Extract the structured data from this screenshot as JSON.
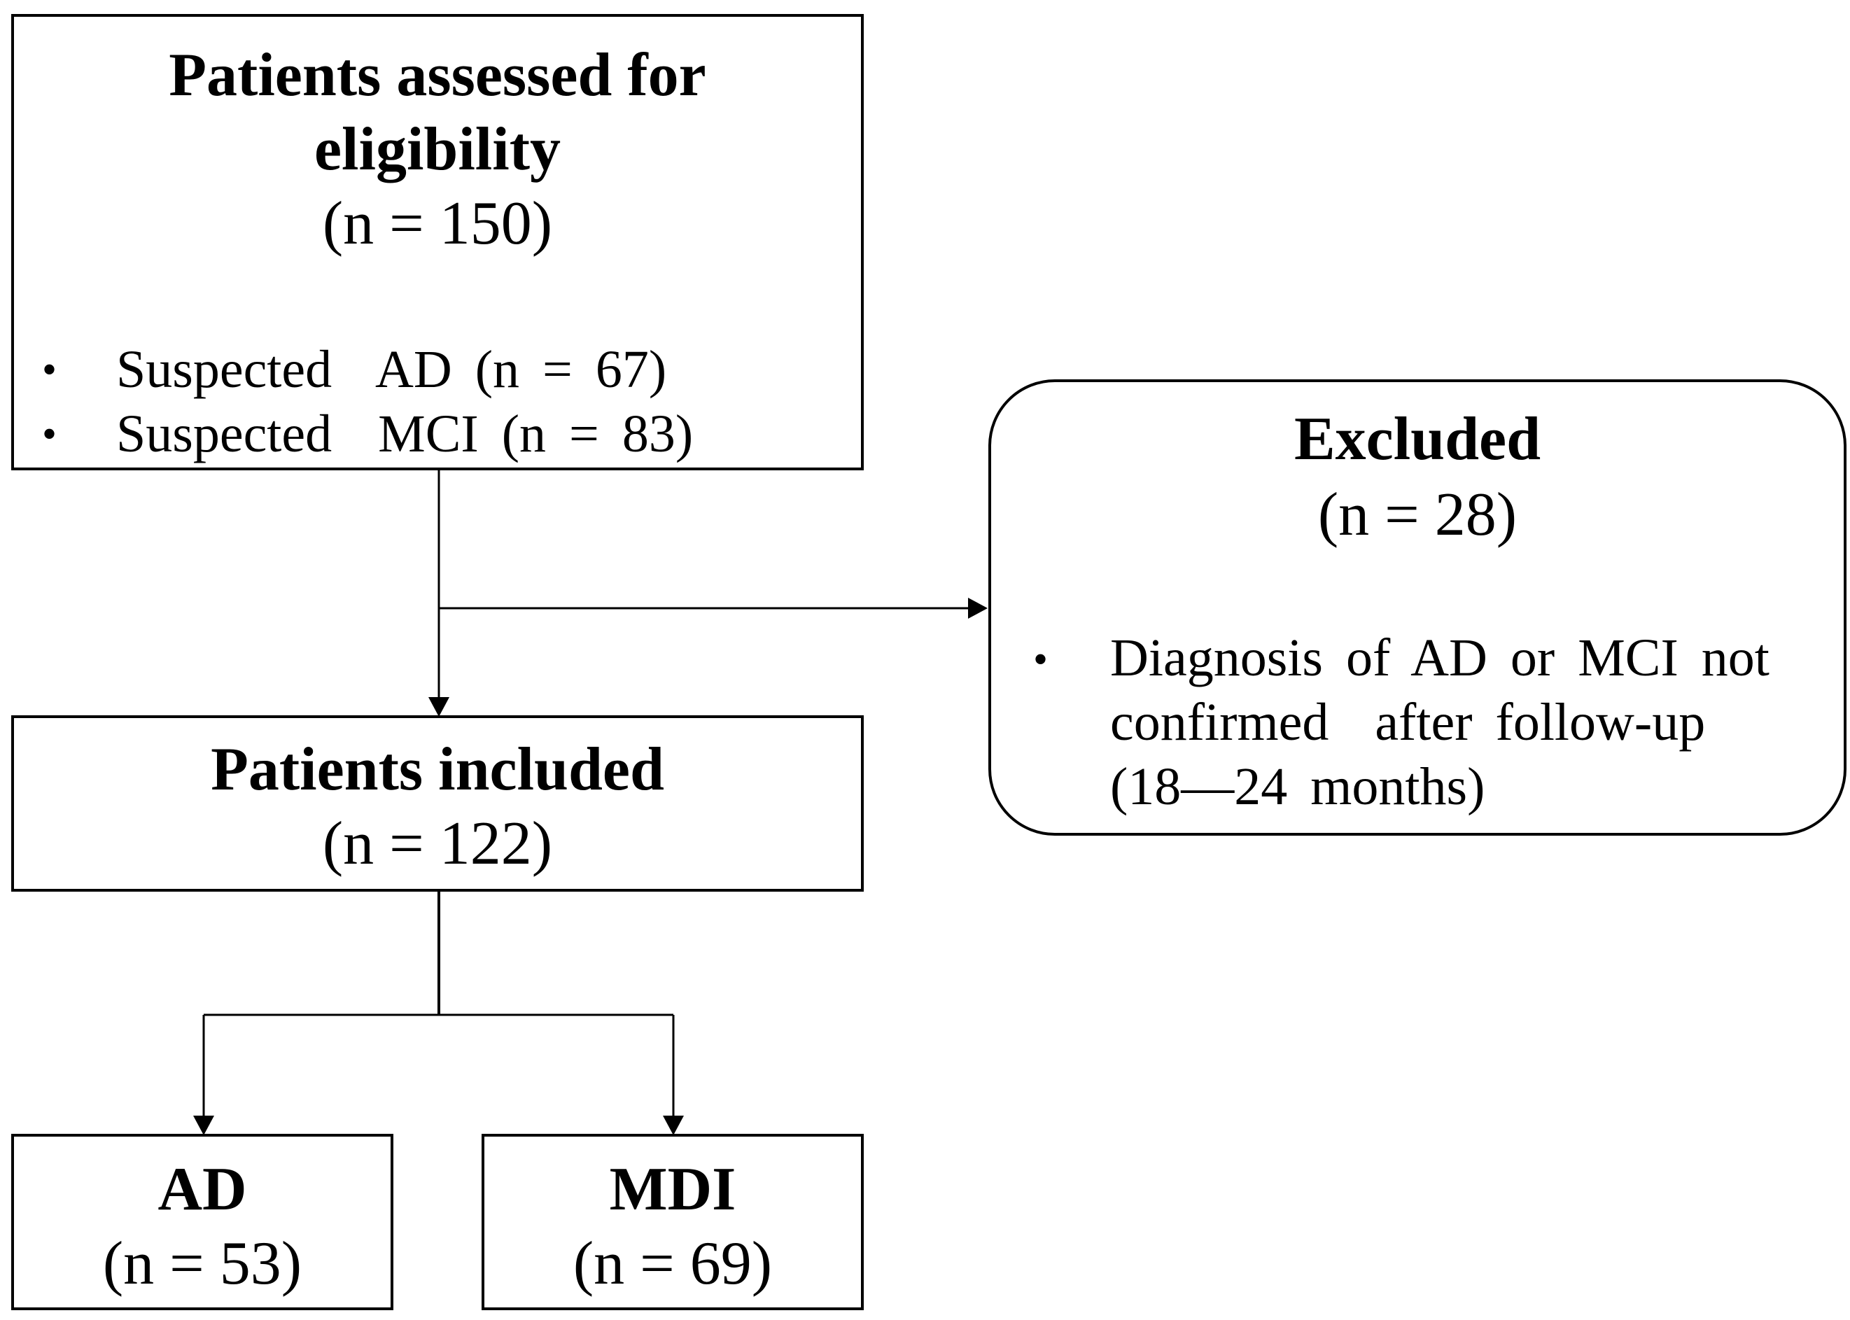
{
  "assessed": {
    "title_line1": "Patients assessed for",
    "title_line2": "eligibility",
    "count": "(n = 150)",
    "bullets": [
      "Suspected  AD (n = 67)",
      "Suspected  MCI (n = 83)"
    ]
  },
  "excluded": {
    "title": "Excluded",
    "count": "(n = 28)",
    "reason_line1": "Diagnosis of AD or MCI not",
    "reason_line2": "confirmed  after follow-up",
    "reason_line3": "(18—24 months)"
  },
  "included": {
    "title": "Patients included",
    "count": "(n = 122)"
  },
  "groups": [
    {
      "title": "AD",
      "count": "(n = 53)"
    },
    {
      "title": "MDI",
      "count": "(n = 69)"
    }
  ],
  "colors": {
    "line": "#000000",
    "background": "#ffffff"
  }
}
